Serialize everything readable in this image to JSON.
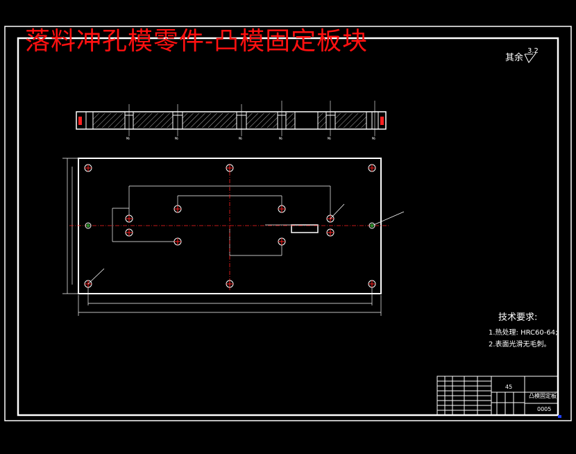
{
  "title": "落料冲孔模零件-凸模固定板块",
  "surface_roughness": {
    "prefix": "其余",
    "value": "3.2"
  },
  "technical_requirements": {
    "heading": "技术要求:",
    "items": [
      "1.热处理: HRC60-64;",
      "2.表面光滑无毛刺。"
    ]
  },
  "title_block": {
    "part_name": "凸模固定板",
    "material": "45",
    "drawing_no": "0005"
  },
  "colors": {
    "background": "#000000",
    "line": "#ffffff",
    "title": "#ff1010",
    "centerline": "#ff2020",
    "hole": "#ff2020",
    "accent": "#2040ff"
  }
}
